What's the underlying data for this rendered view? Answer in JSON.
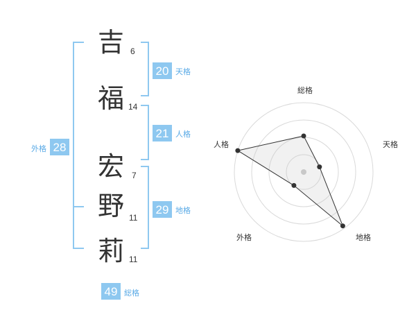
{
  "name": {
    "chars": [
      {
        "char": "吉",
        "strokes": "6"
      },
      {
        "char": "福",
        "strokes": "14"
      },
      {
        "char": "宏",
        "strokes": "7"
      },
      {
        "char": "野",
        "strokes": "11"
      },
      {
        "char": "莉",
        "strokes": "11"
      }
    ]
  },
  "scores": {
    "tenkaku": {
      "value": "20",
      "label": "天格"
    },
    "jinkaku": {
      "value": "21",
      "label": "人格"
    },
    "chikaku": {
      "value": "29",
      "label": "地格"
    },
    "gaikaku": {
      "value": "28",
      "label": "外格"
    },
    "soukaku": {
      "value": "49",
      "label": "総格"
    }
  },
  "radar": {
    "axes": [
      "総格",
      "天格",
      "地格",
      "外格",
      "人格"
    ],
    "values": [
      0.52,
      0.24,
      0.96,
      0.24,
      1.0
    ]
  },
  "colors": {
    "accent": "#8ec8f0",
    "label_text": "#5aaae6",
    "kanji_text": "#333333"
  }
}
